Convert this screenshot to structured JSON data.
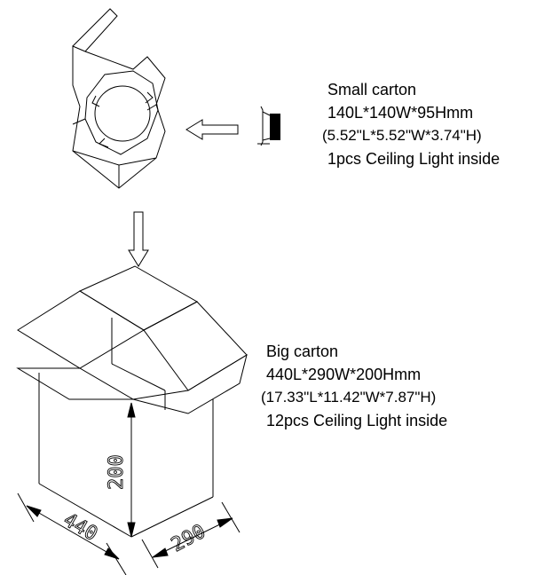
{
  "small_carton": {
    "title": "Small carton",
    "size_mm": "140L*140W*95Hmm",
    "size_in": "(5.52\"L*5.52\"W*3.74\"H)",
    "contents": "1pcs Ceiling Light inside"
  },
  "big_carton": {
    "title": "Big carton",
    "size_mm": "440L*290W*200Hmm",
    "size_in": "(17.33\"L*11.42\"W*7.87\"H)",
    "contents": "12pcs Ceiling Light inside"
  },
  "dimensions": {
    "length": "440",
    "width": "290",
    "height": "200"
  }
}
